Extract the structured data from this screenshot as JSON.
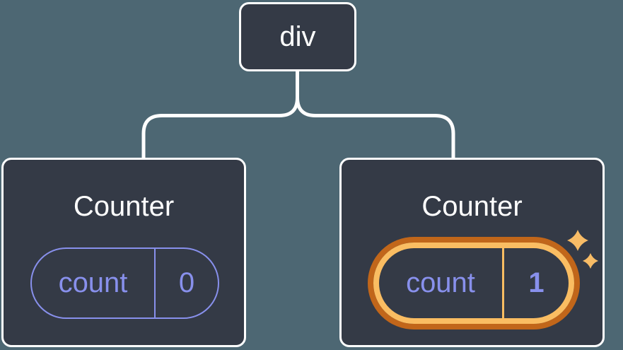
{
  "diagram": {
    "description": "React render tree showing a div parent with two Counter children holding isolated state",
    "root": {
      "label": "div"
    },
    "children": [
      {
        "title": "Counter",
        "state": {
          "key": "count",
          "value": "0"
        },
        "highlighted": false
      },
      {
        "title": "Counter",
        "state": {
          "key": "count",
          "value": "1"
        },
        "highlighted": true
      }
    ]
  },
  "colors": {
    "background": "#4d6773",
    "node_fill": "#343a46",
    "node_border": "#ffffff",
    "connector": "#ffffff",
    "state_accent": "#8890ec",
    "highlight_outer": "#c1661a",
    "highlight_inner": "#fabd62",
    "sparkle": "#f8bc66"
  }
}
